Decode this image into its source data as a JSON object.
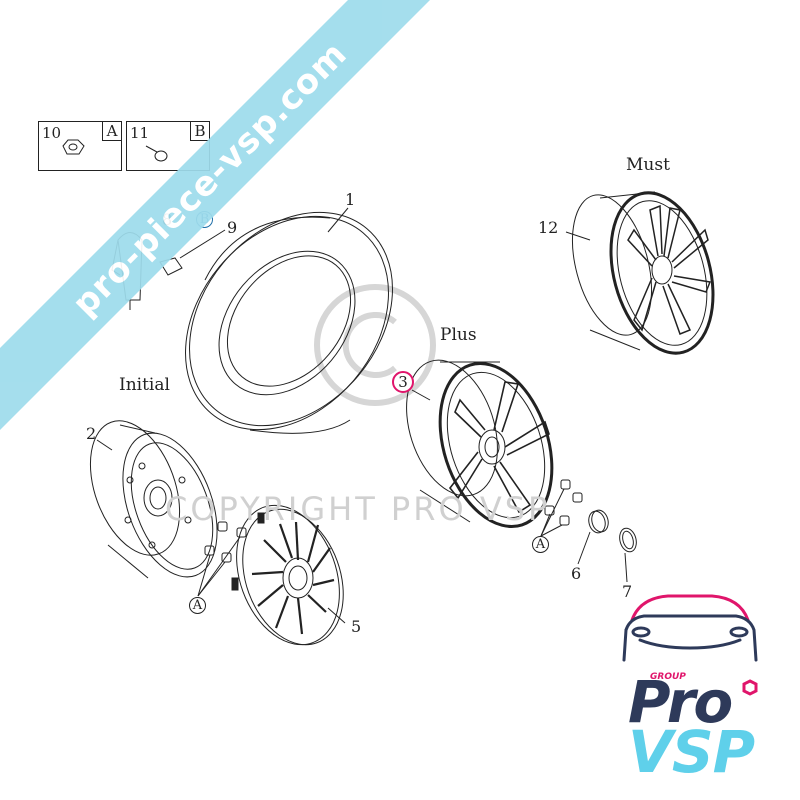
{
  "banner": {
    "text": "pro-piece-vsp.com"
  },
  "watermark": {
    "text": "COPYRIGHT PRO VSP"
  },
  "legend": [
    {
      "number": "10",
      "letter": "A"
    },
    {
      "number": "11",
      "letter": "B"
    }
  ],
  "variants": {
    "initial": "Initial",
    "plus": "Plus",
    "must": "Must"
  },
  "callouts": {
    "tire": "1",
    "steel_wheel": "2",
    "alloy_wheel_plus": "3",
    "hubcap": "5",
    "center_cap": "6",
    "ring": "7",
    "jack": "8",
    "clip": "9",
    "alloy_wheel_must": "12",
    "nuts_a_left": "A",
    "nuts_a_right": "A",
    "clip_ref_b": "B"
  },
  "logo": {
    "group": "GROUP",
    "pro": "Pro",
    "vsp": "VSP"
  },
  "colors": {
    "line": "#222222",
    "highlight": "#e0156b",
    "banner": "#9edcec",
    "logo_dark": "#2e3a5a",
    "logo_light": "#5fd0ea",
    "logo_accent": "#e0156b"
  }
}
